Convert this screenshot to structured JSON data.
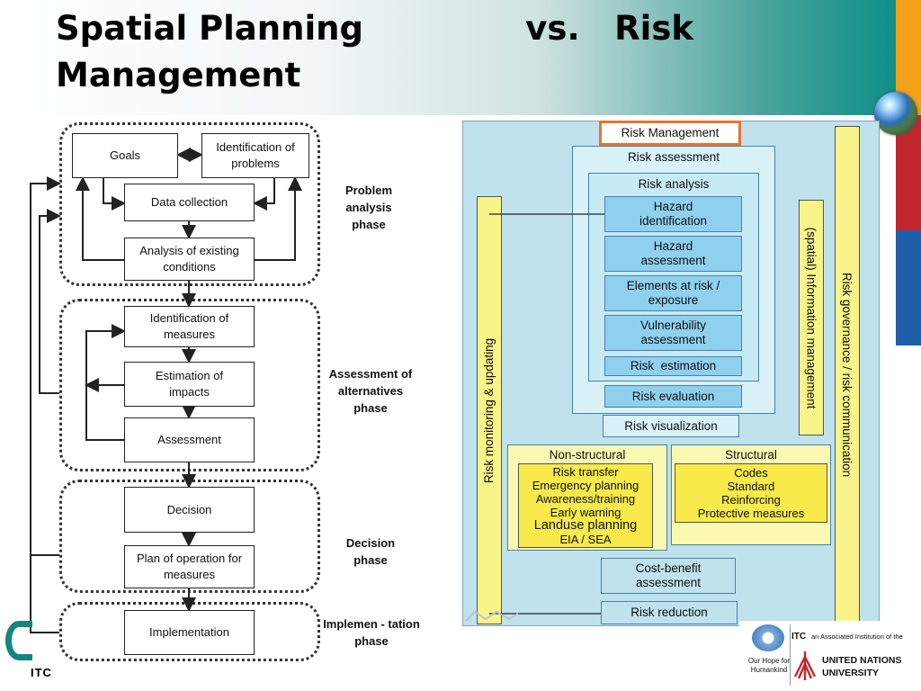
{
  "slide": {
    "title": "Spatial Planning              vs.   Risk\nManagement",
    "stripe_colors": [
      "#f5a21b",
      "#0e8f87",
      "#c0272d",
      "#1f5fa8"
    ]
  },
  "planning_flowchart": {
    "boxes": {
      "goals": "Goals",
      "identification_of_problems": "Identification of problems",
      "data_collection": "Data collection",
      "analysis_existing": "Analysis of existing conditions",
      "identification_measures": "Identification of measures",
      "estimation_impacts": "Estimation of impacts",
      "assessment": "Assessment",
      "decision": "Decision",
      "plan_operation": "Plan of operation for measures",
      "implementation": "Implementation"
    },
    "phases": {
      "problem_analysis": "Problem analysis phase",
      "assessment_alternatives": "Assessment of alternatives phase",
      "decision": "Decision phase",
      "implementation": "Implemen - tation phase"
    }
  },
  "risk_diagram": {
    "risk_management": "Risk Management",
    "risk_assessment": "Risk assessment",
    "risk_analysis": "Risk analysis",
    "hazard_identification": "Hazard identification",
    "hazard_assessment": "Hazard assessment",
    "elements_at_risk": "Elements at risk / exposure",
    "vulnerability_assessment": "Vulnerability assessment",
    "risk_estimation": "Risk  estimation",
    "risk_evaluation": "Risk evaluation",
    "risk_visualization": "Risk visualization",
    "non_structural": "Non-structural",
    "non_structural_items": [
      "Risk transfer",
      "Emergency planning",
      "Awareness/training",
      "Early warning",
      "Landuse planning",
      "EIA / SEA"
    ],
    "structural": "Structural",
    "structural_items": [
      "Codes",
      "Standard",
      "Reinforcing",
      "Protective measures"
    ],
    "cost_benefit": "Cost-benefit assessment",
    "risk_reduction": "Risk reduction",
    "risk_monitoring": "Risk monitoring & updating",
    "spatial_info": "(spatial) Information management",
    "risk_governance": "Risk governance / risk communication"
  },
  "footer": {
    "itc_left": "ITC",
    "un_caption": "Our Hope for Humankind",
    "itc_brand": "ITC",
    "itc_tagline": "an Associated Institution of the",
    "unu_line1": "UNITED NATIONS",
    "unu_line2": "UNIVERSITY"
  }
}
